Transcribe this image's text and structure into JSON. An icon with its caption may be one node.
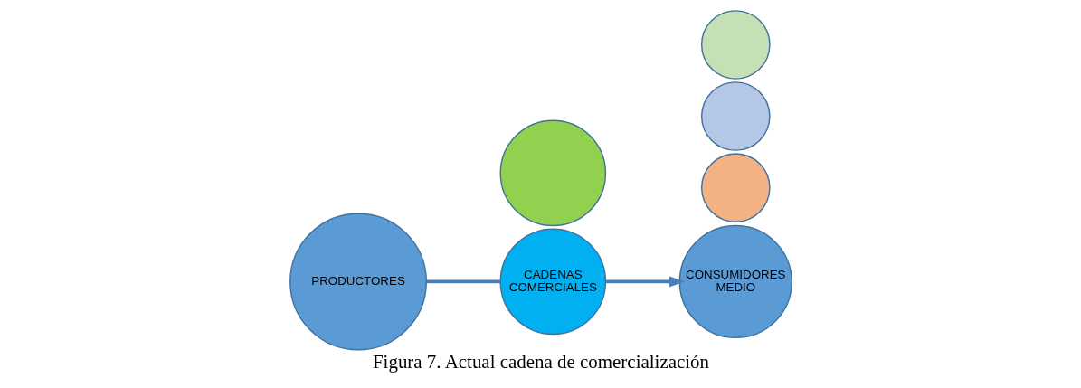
{
  "diagram": {
    "caption": "Figura 7. Actual cadena de comercialización",
    "nodes": [
      {
        "text": [
          "PRODUCTORES"
        ]
      },
      {
        "text": [],
        "shape": "circle"
      },
      {
        "text": [
          "CADENAS COMERCIALES"
        ]
      },
      {
        "text": [],
        "shape": "circle"
      },
      {
        "text": [],
        "shape": "circle"
      },
      {
        "text": [
          "CONSUMIDORES MEDIO"
        ]
      },
      {
        "text": [],
        "shape": "circle"
      }
    ],
    "edges": [
      {
        "from": 0,
        "to": 2,
        "arrow": "none"
      },
      {
        "from": 2,
        "to": 5,
        "arrow": "to"
      }
    ]
  }
}
